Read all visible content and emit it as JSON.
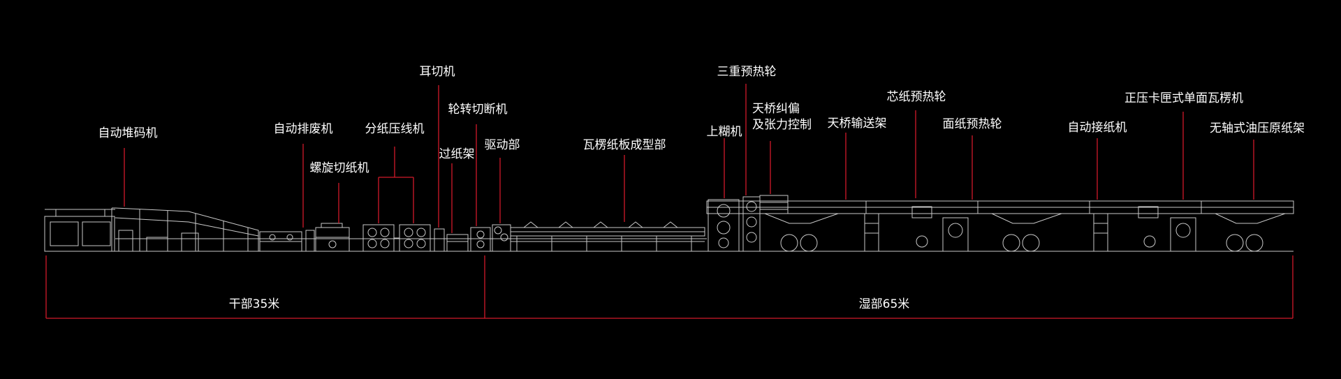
{
  "colors": {
    "background": "#000000",
    "leader": "#d11a2a",
    "machine": "#c9c9c9",
    "text": "#ffffff"
  },
  "labels": {
    "auto_stacker": "自动堆码机",
    "auto_waste_remover": "自动排废机",
    "spiral_cutter": "螺旋切纸机",
    "slitter_scorer": "分纸压线机",
    "ear_cutter": "耳切机",
    "paper_bridge": "过纸架",
    "rotary_cutoff": "轮转切断机",
    "drive_section": "驱动部",
    "board_forming": "瓦楞纸板成型部",
    "glue_machine": "上糊机",
    "triple_preheater": "三重预热轮",
    "bridge_guide_line1": "天桥纠偏",
    "bridge_guide_line2": "及张力控制",
    "bridge_conveyor": "天桥输送架",
    "core_preheater": "芯纸预热轮",
    "liner_preheater": "面纸预热轮",
    "auto_splicer": "自动接纸机",
    "single_facer": "正压卡匣式单面瓦楞机",
    "mill_roll_stand": "无轴式油压原纸架"
  },
  "sections": {
    "dry": "干部35米",
    "wet": "湿部65米"
  }
}
